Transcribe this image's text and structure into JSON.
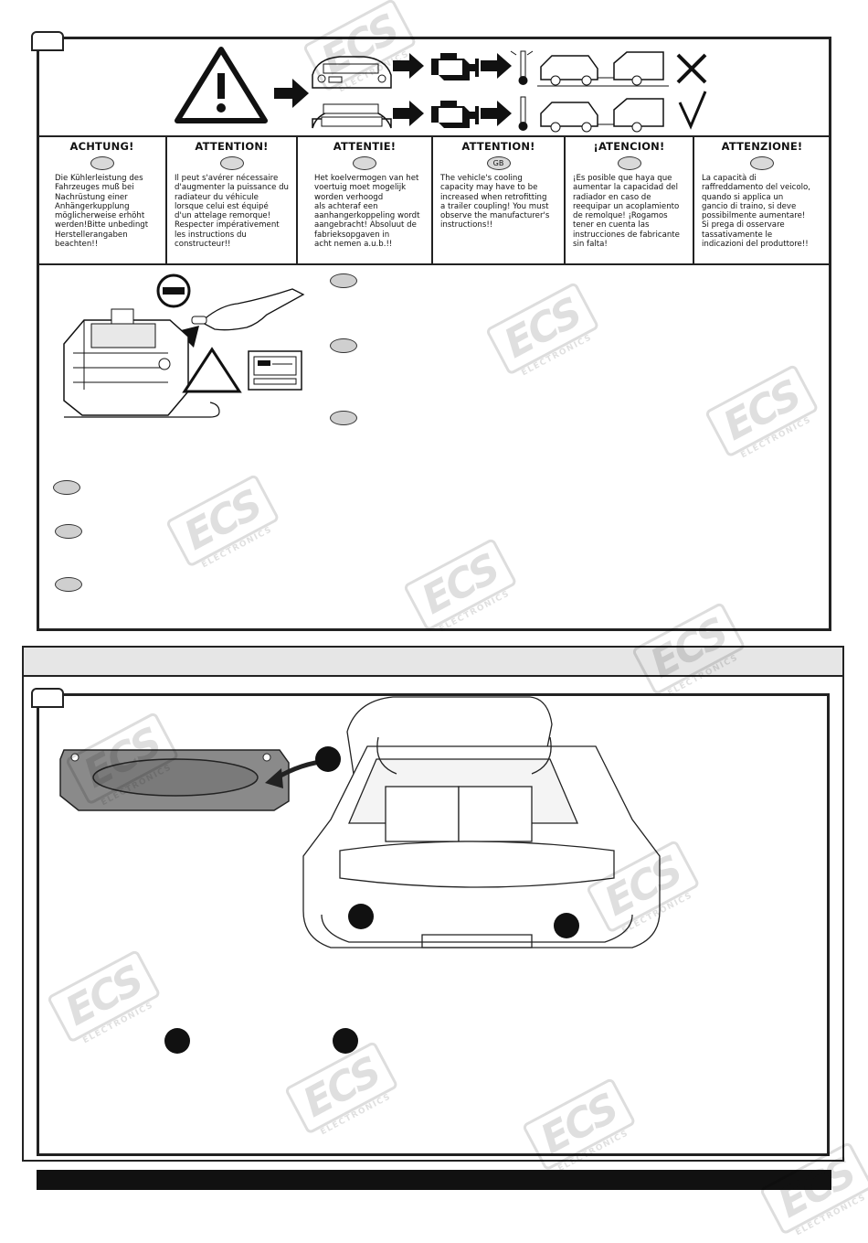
{
  "warning_columns": [
    {
      "heading": "ACHTUNG!",
      "oval_label": "",
      "body": "Die Kühlerleistung des\nFahrzeuges muß bei\nNachrüstung einer\nAnhängerkupplung\nmöglicherweise erhöht\nwerden!Bitte unbedingt\nHerstellerangaben\nbeachten!!"
    },
    {
      "heading": "ATTENTION!",
      "oval_label": "",
      "body": "Il peut s'avérer nécessaire\nd'augmenter la puissance du\nradiateur du véhicule\nlorsque celui est équipé\nd'un attelage remorque!\nRespecter impérativement\nles instructions du\nconstructeur!!"
    },
    {
      "heading": "ATTENTIE!",
      "oval_label": "",
      "body": "Het koelvermogen van het\nvoertuig moet mogelijk\nworden verhoogd\nals achteraf een\naanhangerkoppeling wordt\naangebracht! Absoluut de\nfabrieksopgaven in\nacht nemen a.u.b.!!"
    },
    {
      "heading": "ATTENTION!",
      "oval_label": "GB",
      "body": "The vehicle's cooling\ncapacity may have to be\nincreased when retrofitting\na trailer coupling! You must\nobserve the manufacturer's\ninstructions!!"
    },
    {
      "heading": "¡ATENCION!",
      "oval_label": "",
      "body": "¡Es posible que haya que\naumentar la capacidad del\nradiador en caso de\nreequipar un acoplamiento\nde remolque! ¡Rogamos\ntener en cuenta las\ninstrucciones de fabricante\nsin falta!"
    },
    {
      "heading": "ATTENZIONE!",
      "oval_label": "",
      "body": "La capacità di\nraffreddamento del veicolo,\nquando si applica un\ngancio di traino, si deve\npossibilmente aumentare!\nSi prega di osservare\ntassativamente le\nindicazioni del produttore!!"
    }
  ],
  "watermark": {
    "brand": "ECS",
    "sub": "ELECTRONICS"
  },
  "colors": {
    "frame": "#222222",
    "oval_fill": "#cfcfcf",
    "header_bar": "#e6e6e6",
    "footer_bar": "#111111"
  }
}
